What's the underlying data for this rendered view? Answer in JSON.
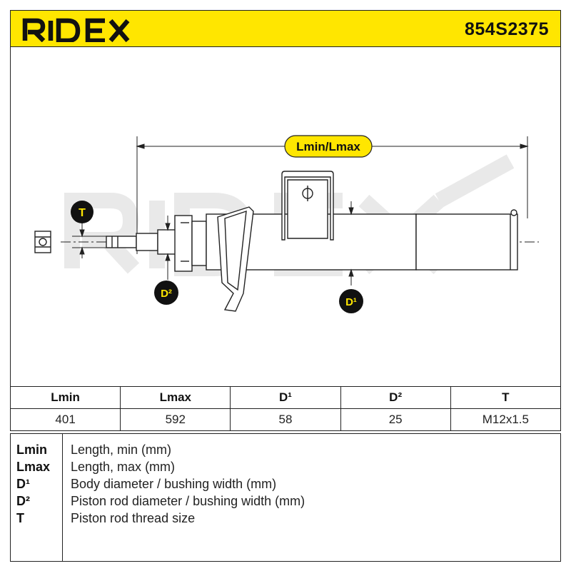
{
  "header": {
    "brand": "RIDEX",
    "part_number": "854S2375"
  },
  "diagram": {
    "dimension_label": "Lmin/Lmax",
    "callout_t": "T",
    "callout_d2": "D²",
    "callout_d1": "D¹",
    "watermark": "RIDEX",
    "colors": {
      "accent": "#ffe600",
      "callout_fill": "#111111",
      "callout_text": "#ffe600"
    }
  },
  "specs": {
    "headers": [
      "Lmin",
      "Lmax",
      "D¹",
      "D²",
      "T"
    ],
    "values": [
      "401",
      "592",
      "58",
      "25",
      "M12x1.5"
    ]
  },
  "legend": [
    {
      "key": "Lmin",
      "desc": "Length, min (mm)"
    },
    {
      "key": "Lmax",
      "desc": "Length, max (mm)"
    },
    {
      "key": "D¹",
      "desc": "Body diameter / bushing width (mm)"
    },
    {
      "key": "D²",
      "desc": "Piston rod diameter / bushing width (mm)"
    },
    {
      "key": "T",
      "desc": "Piston rod thread size"
    }
  ]
}
